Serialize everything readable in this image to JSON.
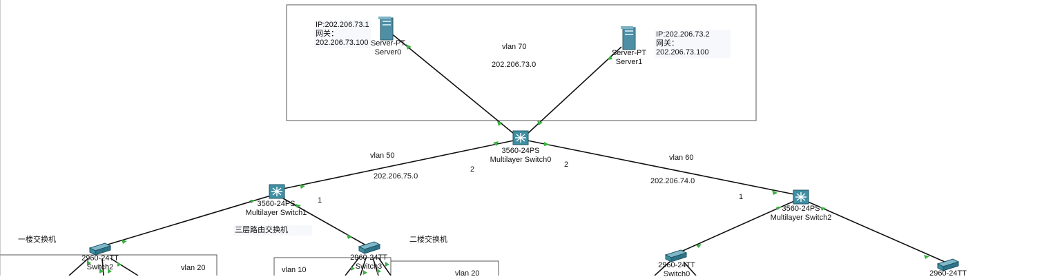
{
  "server0": {
    "note": [
      "IP:202.206.73.1",
      "网关：",
      "202.206.73.100"
    ],
    "model": "Server-PT",
    "name": "Server0"
  },
  "server1": {
    "note": [
      "IP:202.206.73.2",
      "网关：",
      "202.206.73.100"
    ],
    "model": "Server-PT",
    "name": "Server1"
  },
  "vlan70": {
    "label": "vlan 70",
    "network": "202.206.73.0"
  },
  "mls0": {
    "model": "3560-24PS",
    "name": "Multilayer Switch0"
  },
  "mls1": {
    "model": "3560-24PS",
    "name": "Multilayer Switch1"
  },
  "mls2": {
    "model": "3560-24PS",
    "name": "Multilayer Switch2"
  },
  "vlan50": {
    "label": "vlan 50",
    "network": "202.206.75.0"
  },
  "vlan60": {
    "label": "vlan 60",
    "network": "202.206.74.0"
  },
  "link_numbers": {
    "left_2": "2",
    "right_2": "2",
    "left_1": "1",
    "right_1": "1"
  },
  "sw2": {
    "model": "2960-24TT",
    "name": "Switch2"
  },
  "sw3": {
    "model": "2960-24TT",
    "name": "Switch3"
  },
  "sw0": {
    "model": "2960-24TT",
    "name": "Switch0"
  },
  "sw_far": {
    "model": "2960-24TT"
  },
  "areas": {
    "floor1": "一楼交换机",
    "l3": "三层路由交换机",
    "floor2": "二楼交换机",
    "vlan20_left": "vlan 20",
    "vlan10": "vlan 10",
    "vlan20_mid": "vlan 20"
  },
  "colors": {
    "link": "#111111",
    "port": "#3cb043",
    "switch": "#3f8fa3",
    "server": "#4f8fa6"
  }
}
